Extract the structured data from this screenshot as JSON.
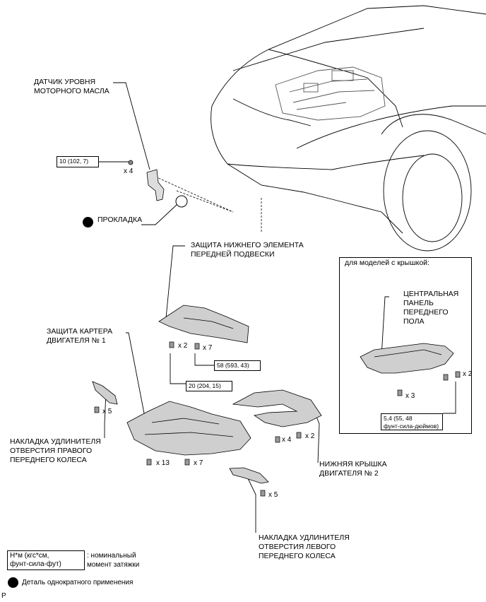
{
  "labels": {
    "oil_sensor": [
      "ДАТЧИК УРОВНЯ",
      "МОТОРНОГО МАСЛА"
    ],
    "gasket": "ПРОКЛАДКА",
    "front_susp_cover": [
      "ЗАЩИТА НИЖНЕГО ЭЛЕМЕНТА",
      "ПЕРЕДНЕЙ ПОДВЕСКИ"
    ],
    "crankcase_guard": [
      "ЗАЩИТА КАРТЕРА",
      "ДВИГАТЕЛЯ № 1"
    ],
    "right_wheel_ext": [
      "НАКЛАДКА УДЛИНИТЕЛЯ",
      "ОТВЕРСТИЯ ПРАВОГО",
      "ПЕРЕДНЕГО КОЛЕСА"
    ],
    "engine_cover2": [
      "НИЖНЯЯ КРЫШКА",
      "ДВИГАТЕЛЯ № 2"
    ],
    "left_wheel_ext": [
      "НАКЛАДКА УДЛИНИТЕЛЯ",
      "ОТВЕРСТИЯ ЛЕВОГО",
      "ПЕРЕДНЕГО КОЛЕСА"
    ],
    "inset_title": "для моделей с крышкой:",
    "center_panel": [
      "ЦЕНТРАЛЬНАЯ",
      "ПАНЕЛЬ",
      "ПЕРЕДНЕГО",
      "ПОЛА"
    ]
  },
  "torques": {
    "sensor": "10 (102, 7)",
    "susp_a": "58 (593, 43)",
    "susp_b": "20 (204, 15)",
    "center_panel": [
      "5,4 (55, 48",
      "фунт-сила-дюймов)"
    ]
  },
  "counts": {
    "sensor": "x 4",
    "susp_a": "x 2",
    "susp_b": "x 7",
    "right_ext": "x 5",
    "crank_a": "x 13",
    "crank_b": "x 7",
    "cover2_a": "x 4",
    "cover2_b": "x 2",
    "left_ext": "x 5",
    "inset_a": "x 3",
    "inset_b": "x 2"
  },
  "legend": {
    "torque_box": [
      "Н*м (кгс*см,",
      "фунт-сила-фут)"
    ],
    "torque_desc": [
      ": номинальный",
      "момент затяжки"
    ],
    "single_use": "Деталь однократного применения"
  },
  "footer_code": "P"
}
